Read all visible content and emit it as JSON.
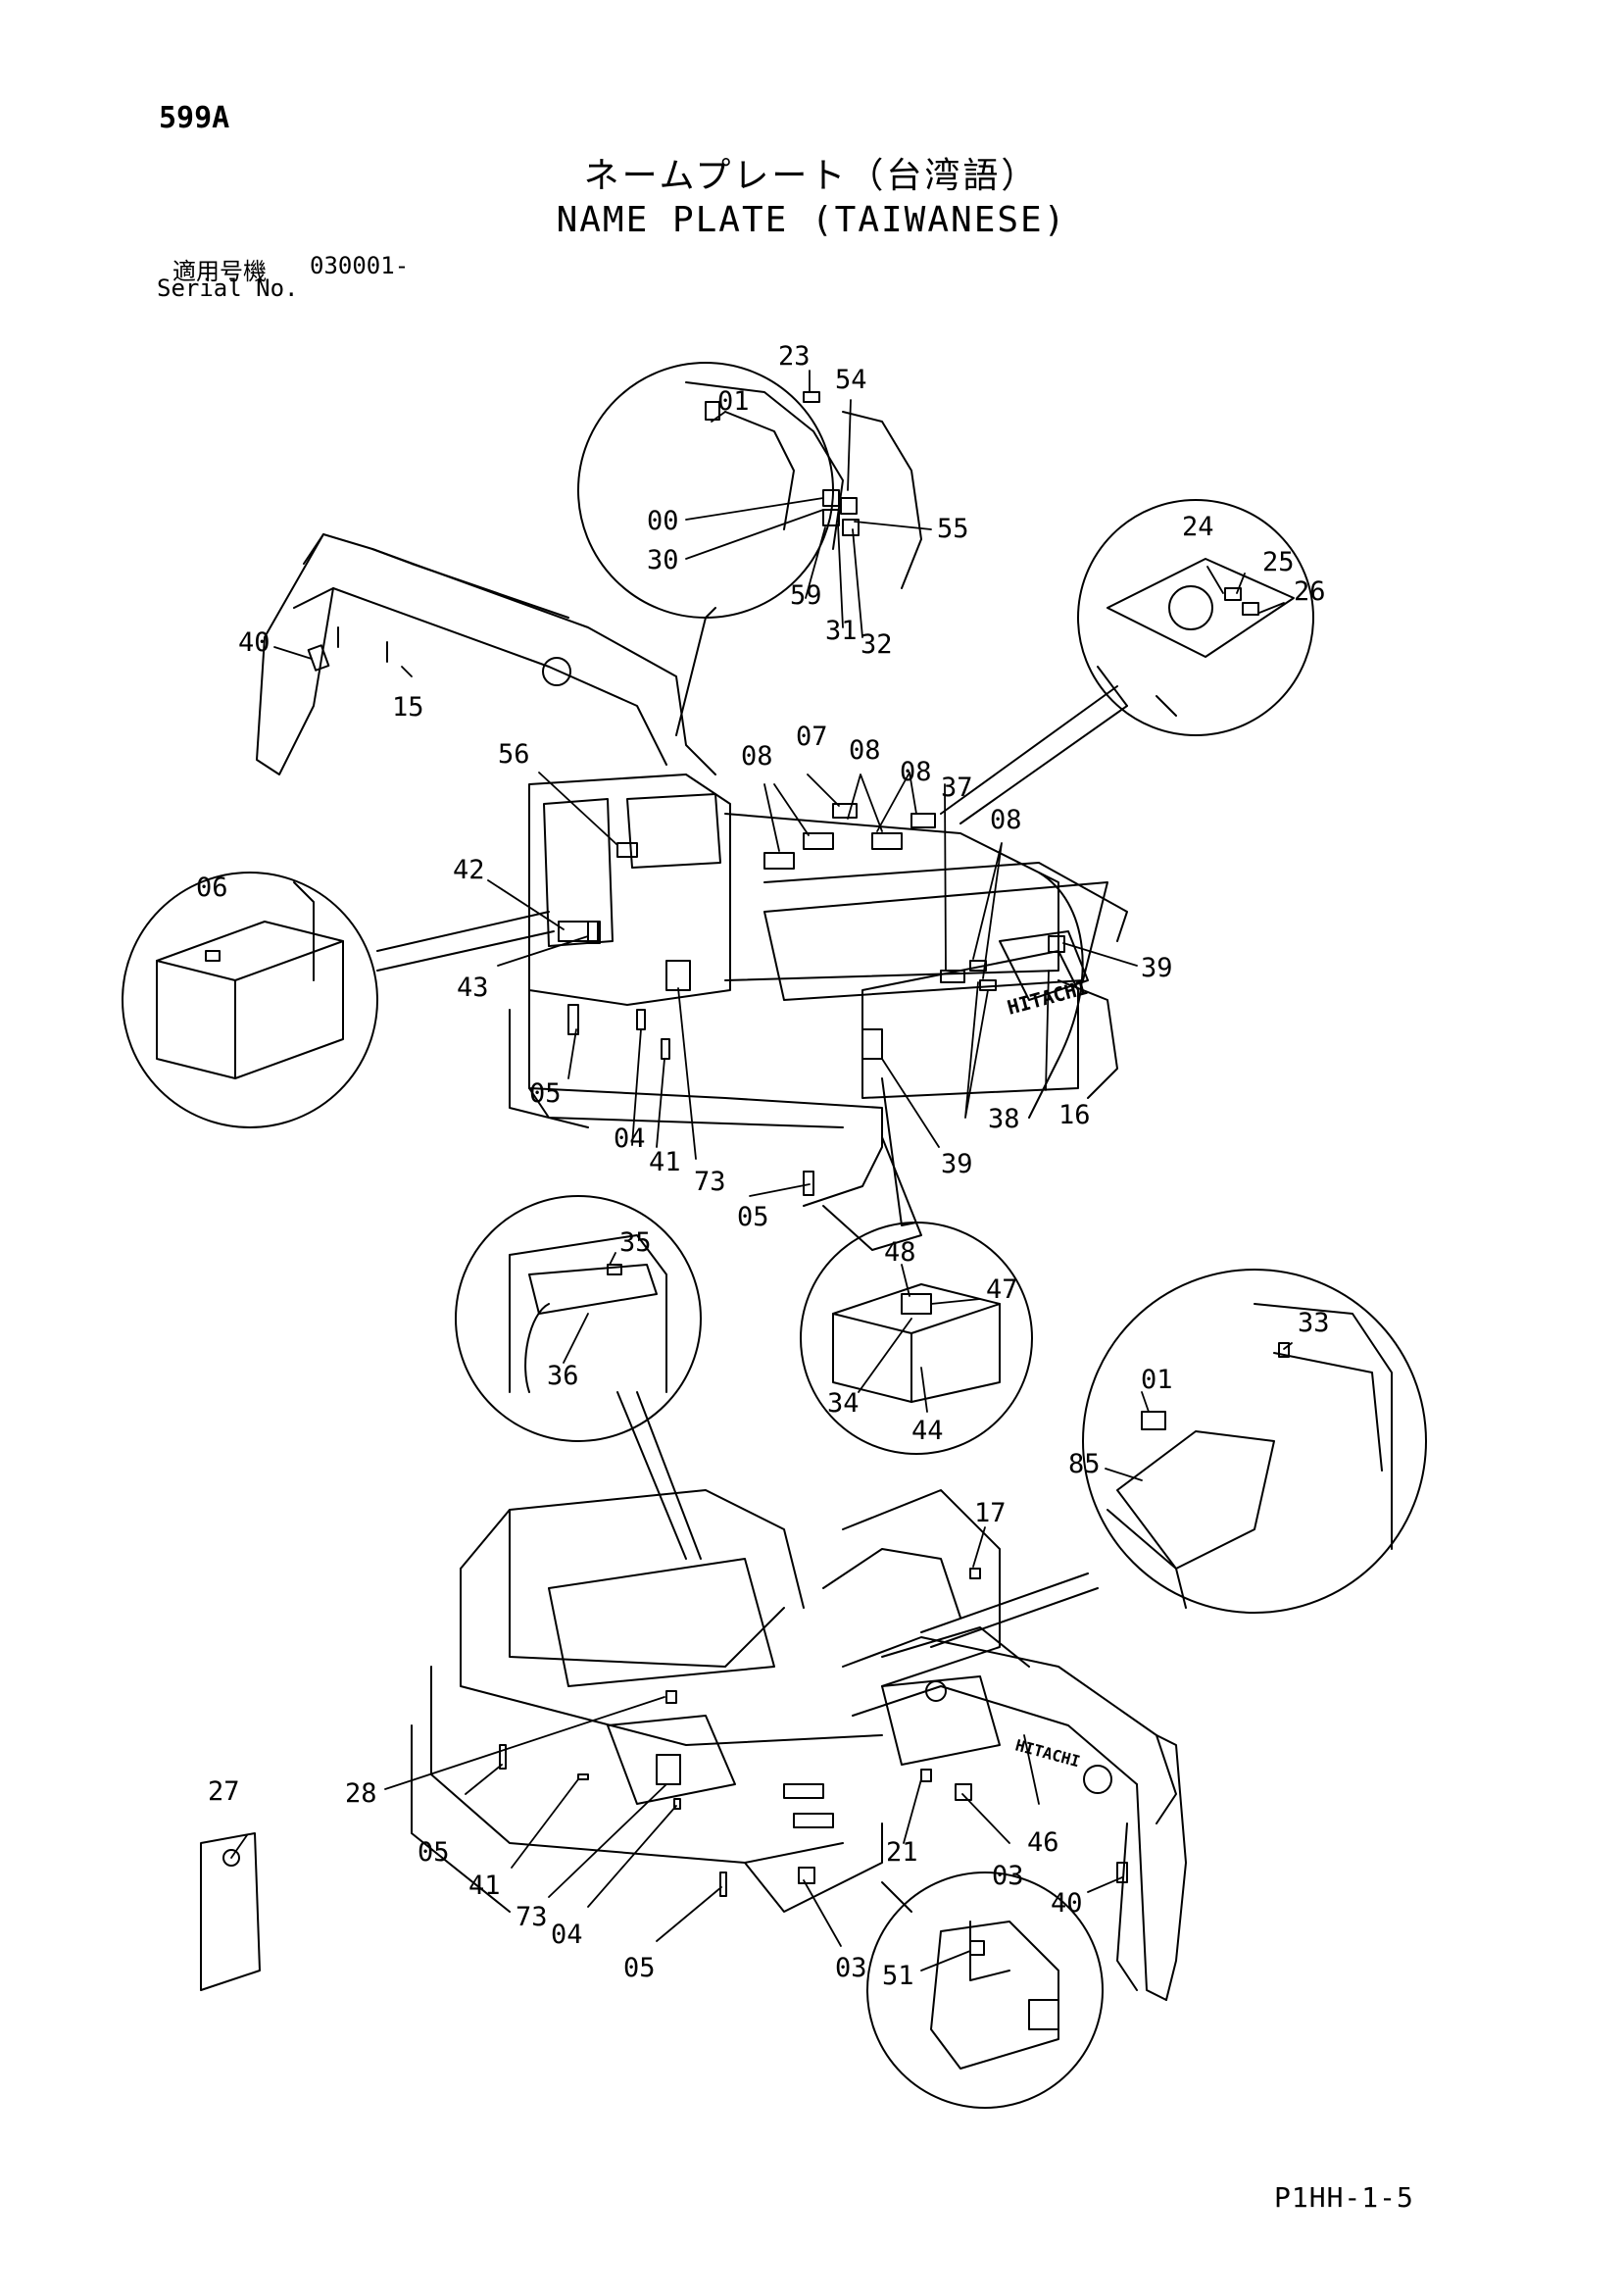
{
  "header": {
    "page_number": "599A",
    "title_jp": "ネームプレート（台湾語）",
    "title_en": "NAME PLATE (TAIWANESE)",
    "serial_label_jp": "適用号機",
    "serial_value": "030001-",
    "serial_label_en": "Serial No."
  },
  "footer": {
    "page_code": "P1HH-1-5"
  },
  "callouts": {
    "c01a": "01",
    "c23": "23",
    "c54": "54",
    "c00": "00",
    "c55": "55",
    "c30": "30",
    "c59": "59",
    "c31": "31",
    "c32": "32",
    "c24": "24",
    "c25": "25",
    "c26": "26",
    "c40a": "40",
    "c15": "15",
    "c08a": "08",
    "c07": "07",
    "c08b": "08",
    "c08c": "08",
    "c37": "37",
    "c56": "56",
    "c08d": "08",
    "c06": "06",
    "c42": "42",
    "c43": "43",
    "c39a": "39",
    "c05a": "05",
    "c04a": "04",
    "c41a": "41",
    "c73a": "73",
    "c05b": "05",
    "c39b": "39",
    "c38": "38",
    "c16": "16",
    "c35": "35",
    "c36": "36",
    "c48": "48",
    "c47": "47",
    "c34": "34",
    "c44": "44",
    "c33": "33",
    "c01b": "01",
    "c85": "85",
    "c17": "17",
    "c27": "27",
    "c28": "28",
    "c05c": "05",
    "c41b": "41",
    "c73b": "73",
    "c04b": "04",
    "c21": "21",
    "c03a": "03",
    "c46": "46",
    "c40b": "40",
    "c05d": "05",
    "c03b": "03",
    "c51": "51"
  }
}
